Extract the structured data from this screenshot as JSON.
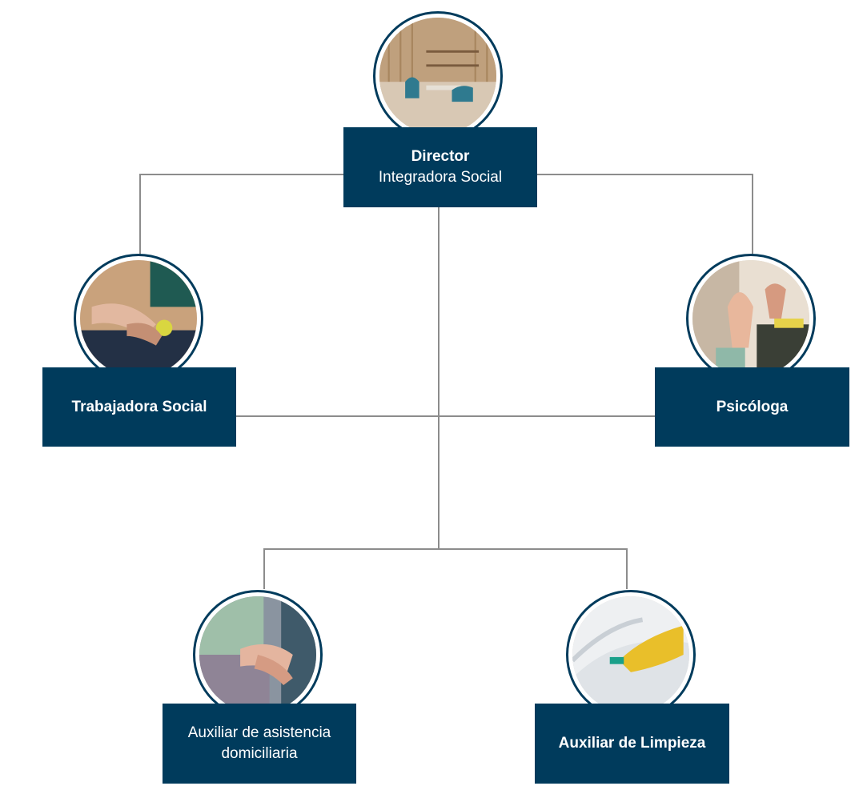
{
  "nodes": {
    "director": {
      "title": "Director",
      "subtitle": "Integradora Social",
      "photo": "office-interior-photo"
    },
    "trabajadora": {
      "title": "Trabajadora Social",
      "photo": "holding-hands-ball-photo"
    },
    "psicologa": {
      "title": "Psicóloga",
      "photo": "therapy-session-photo"
    },
    "auxiliar_asistencia": {
      "line1": "Auxiliar de asistencia",
      "line2": "domiciliaria",
      "photo": "caregiver-hands-photo"
    },
    "auxiliar_limpieza": {
      "title": "Auxiliar de Limpieza",
      "photo": "cleaning-glove-photo"
    }
  },
  "colors": {
    "box": "#003b5c",
    "line": "#8c8c8c",
    "ring": "#003b5c"
  }
}
